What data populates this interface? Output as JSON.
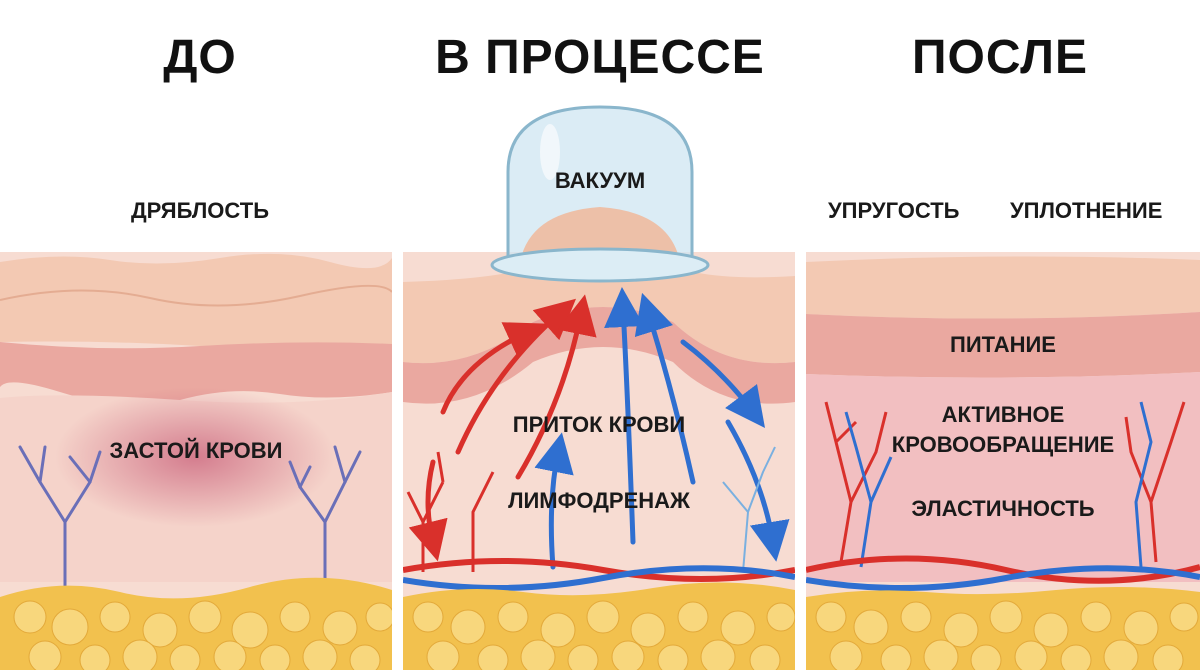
{
  "headings": {
    "before": "ДО",
    "during": "В ПРОЦЕССЕ",
    "after": "ПОСЛЕ"
  },
  "before": {
    "top_label": "ДРЯБЛОСТЬ",
    "stagnation": "ЗАСТОЙ КРОВИ"
  },
  "during": {
    "vacuum": "ВАКУУМ",
    "blood_flow": "ПРИТОК КРОВИ",
    "lymph": "ЛИМФОДРЕНАЖ"
  },
  "after": {
    "elasticity_firm": "УПРУГОСТЬ",
    "compaction": "УПЛОТНЕНИЕ",
    "nutrition": "ПИТАНИЕ",
    "circulation_1": "АКТИВНОЕ",
    "circulation_2": "КРОВООБРАЩЕНИЕ",
    "elasticity": "ЭЛАСТИЧНОСТЬ"
  },
  "colors": {
    "epidermis": "#f3c9b3",
    "dermis": "#eaa8a0",
    "fat": "#f2c14e",
    "artery": "#d9302b",
    "vein": "#2f6fd0",
    "stagnation": "#c9607a"
  }
}
